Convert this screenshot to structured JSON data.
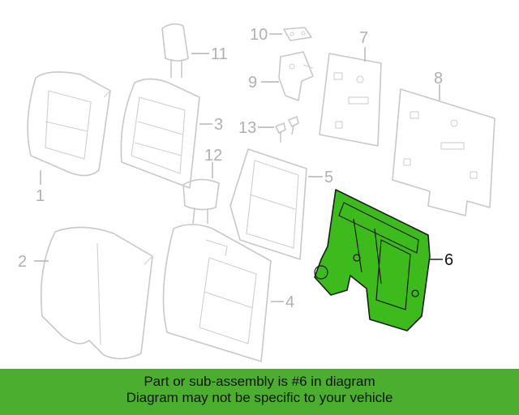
{
  "callouts": {
    "c1": "1",
    "c2": "2",
    "c3": "3",
    "c4": "4",
    "c5": "5",
    "c6": "6",
    "c7": "7",
    "c8": "8",
    "c9": "9",
    "c10": "10",
    "c11": "11",
    "c12": "12",
    "c13": "13"
  },
  "banner": {
    "line1": "Part or sub-assembly is #6 in diagram",
    "line2": "Diagram may not be specific to your vehicle"
  },
  "colors": {
    "highlight": "#3dba1c",
    "banner": "#4cae2e",
    "parts": "#c8c8c8"
  }
}
